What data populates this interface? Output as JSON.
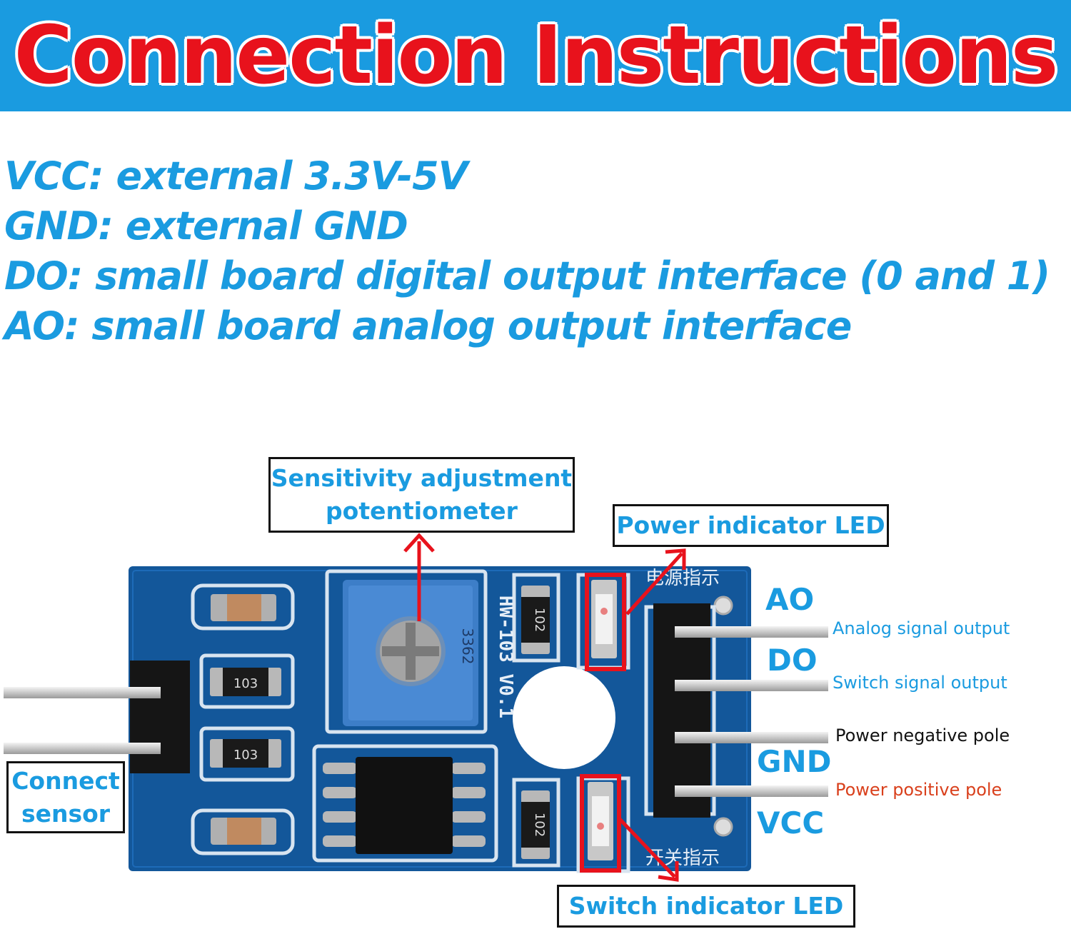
{
  "title": "Connection Instructions",
  "specs": [
    "VCC: external 3.3V-5V",
    "GND: external GND",
    "DO: small board digital output interface (0 and 1)",
    "AO: small board analog output interface"
  ],
  "callouts": {
    "potentiometer": [
      "Sensitivity adjustment",
      "potentiometer"
    ],
    "power_led": "Power indicator LED",
    "switch_led": "Switch indicator LED",
    "connect_sensor": [
      "Connect",
      "sensor"
    ]
  },
  "pins": [
    {
      "name": "AO",
      "desc": "Analog signal output",
      "desc_color": "#1a9be0"
    },
    {
      "name": "DO",
      "desc": "Switch signal output",
      "desc_color": "#1a9be0"
    },
    {
      "name": "GND",
      "desc": "Power negative pole",
      "desc_color": "#111111"
    },
    {
      "name": "VCC",
      "desc": "Power positive pole",
      "desc_color": "#d9401c"
    }
  ],
  "board": {
    "model": "HW-103 V0.1",
    "resistor_codes": [
      "103",
      "103",
      "102",
      "102"
    ],
    "pot_code": "3362",
    "silkscreen_top": "电源指示",
    "silkscreen_bottom": "开关指示"
  },
  "colors": {
    "banner": "#1a9be0",
    "title": "#e8121c",
    "accent": "#1a9be0",
    "highlight": "#e8121c",
    "pcb": "#13579a"
  }
}
